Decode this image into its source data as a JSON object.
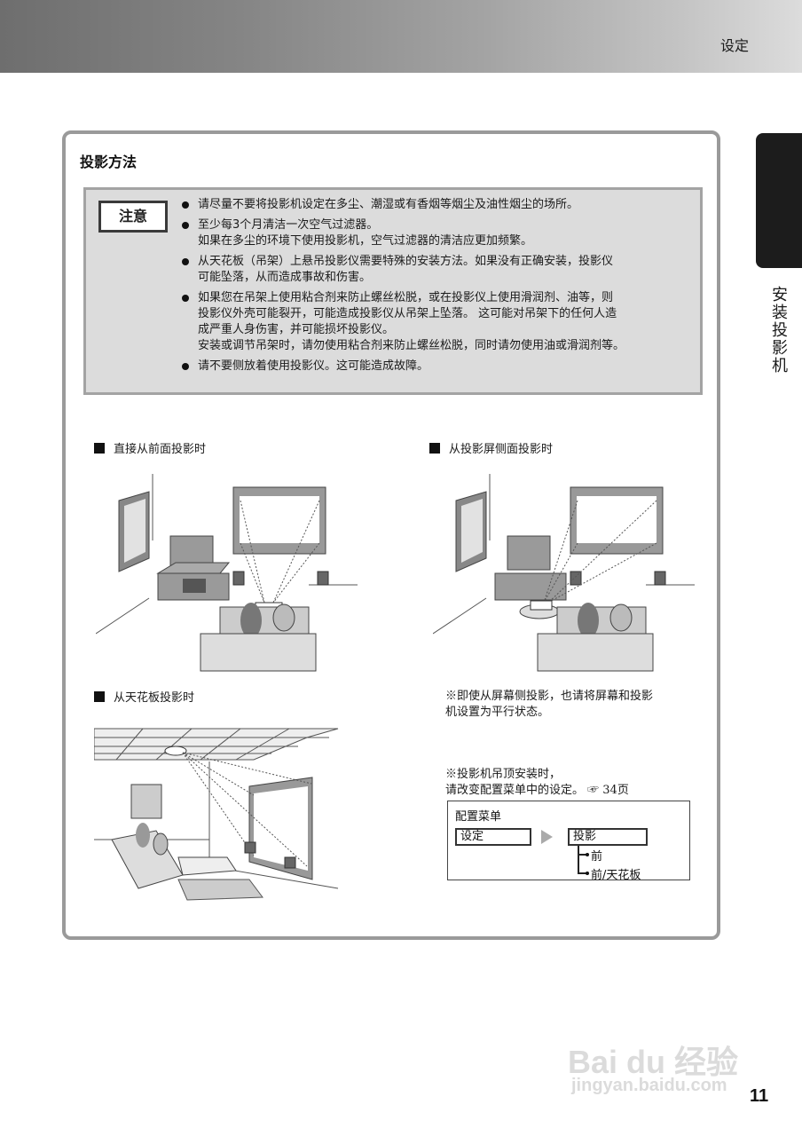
{
  "header": {
    "title": "设定"
  },
  "side_tab": {
    "label": "安装投影机"
  },
  "panel": {
    "title": "投影方法",
    "caution": {
      "label": "注意",
      "items": [
        "请尽量不要将投影机设定在多尘、潮湿或有香烟等烟尘及油性烟尘的场所。",
        "至少每3个月清洁一次空气过滤器。\n如果在多尘的环境下使用投影机，空气过滤器的清洁应更加频繁。",
        "从天花板（吊架）上悬吊投影仪需要特殊的安装方法。如果没有正确安装，投影仪\n可能坠落，从而造成事故和伤害。",
        "如果您在吊架上使用粘合剂来防止螺丝松脱，或在投影仪上使用滑润剂、油等，则\n投影仪外壳可能裂开，可能造成投影仪从吊架上坠落。 这可能对吊架下的任何人造\n成严重人身伤害，并可能损坏投影仪。\n安装或调节吊架时，请勿使用粘合剂来防止螺丝松脱，同时请勿使用油或滑润剂等。",
        "请不要侧放着使用投影仪。这可能造成故障。"
      ]
    },
    "sections": {
      "front": {
        "heading": "直接从前面投影时"
      },
      "side": {
        "heading": "从投影屏侧面投影时"
      },
      "ceiling": {
        "heading": "从天花板投影时"
      }
    },
    "notes": {
      "side_note": "※即使从屏幕侧投影，也请将屏幕和投影\n  机设置为平行状态。",
      "ceiling_note": "※投影机吊顶安装时，\n  请改变配置菜单中的设定。",
      "page_ref_icon": "hand-pointer-icon",
      "page_ref": "34页"
    },
    "config_menu": {
      "title": "配置菜单",
      "menu_item": "设定",
      "submenu_item": "投影",
      "options": [
        "前",
        "前/天花板"
      ]
    }
  },
  "watermark": {
    "logo_text": "Bai du 经验",
    "url": "jingyan.baidu.com"
  },
  "page_number": "11",
  "colors": {
    "panel_border": "#9a9a9a",
    "caution_bg": "#dcdcdc",
    "side_tab": "#1c1c1c"
  }
}
